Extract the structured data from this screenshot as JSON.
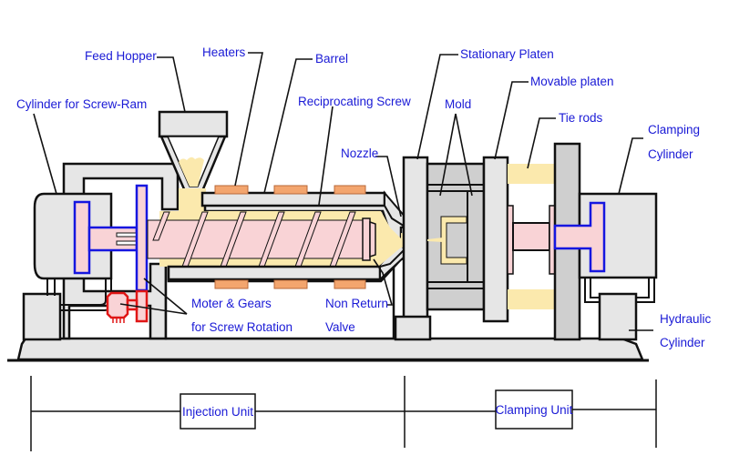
{
  "title": "Injection Molding Machine",
  "labels": {
    "feed_hopper": "Feed Hopper",
    "heaters": "Heaters",
    "barrel": "Barrel",
    "reciprocating_screw": "Reciprocating Screw",
    "cylinder_screw_ram": "Cylinder for Screw-Ram",
    "nozzle": "Nozzle",
    "stationary_platen": "Stationary Platen",
    "mold": "Mold",
    "movable_platen": "Movable platen",
    "tie_rods": "Tie rods",
    "clamping_cylinder_1": "Clamping",
    "clamping_cylinder_2": "Cylinder",
    "motor_gears_1": "Moter & Gears",
    "motor_gears_2": "for Screw Rotation",
    "non_return_1": "Non Return",
    "non_return_2": "Valve",
    "hydraulic_1": "Hydraulic",
    "hydraulic_2": "Cylinder"
  },
  "units": {
    "injection": "Injection Unit",
    "clamping": "Clamping Unit"
  },
  "colors": {
    "label_text": "#1a1ad6",
    "body_gray": "#e6e6e6",
    "material_yellow": "#fbe9ad",
    "screw_pink": "#f9d3d6",
    "heater_orange": "#f3a56e",
    "hydraulic_blue": "#1616e0",
    "motor_red": "#e01616"
  }
}
